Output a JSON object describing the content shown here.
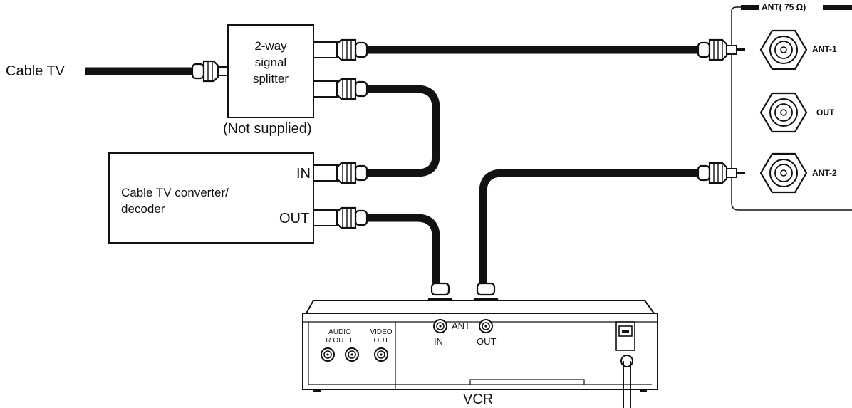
{
  "source": {
    "label": "Cable TV"
  },
  "splitter": {
    "line1": "2-way",
    "line2": "signal",
    "line3": "splitter",
    "note": "(Not supplied)"
  },
  "converter": {
    "line1": "Cable  TV  converter/",
    "line2": "decoder",
    "in_label": "IN",
    "out_label": "OUT"
  },
  "tv_panel": {
    "header": "ANT( 75 Ω)",
    "ant1": "ANT-1",
    "out": "OUT",
    "ant2": "ANT-2"
  },
  "vcr": {
    "name": "VCR",
    "audio": "AUDIO",
    "audio_channels": "R  OUT  L",
    "video": "VIDEO",
    "video_out": "OUT",
    "ant": "ANT",
    "ant_in": "IN",
    "ant_out": "OUT"
  }
}
